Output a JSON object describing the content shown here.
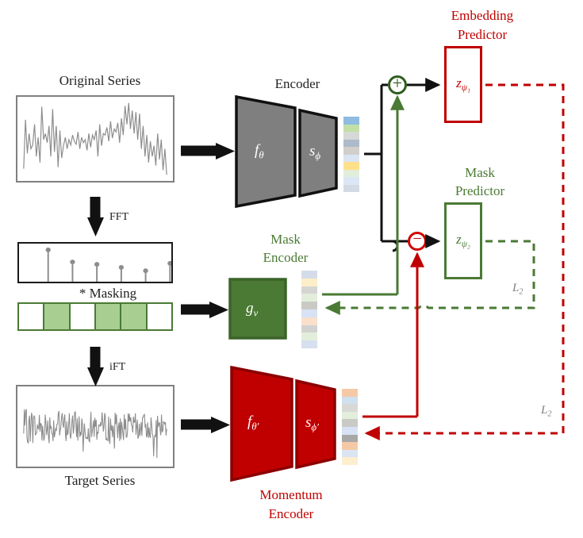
{
  "figure": {
    "type": "architecture-diagram",
    "title": "Masked frequency-domain self-supervised time series pretraining architecture"
  },
  "panels": {
    "original_series": {
      "label": "Original Series",
      "frame_color": "#808080",
      "trace_color": "#8c8c8c",
      "points": [
        14,
        78,
        34,
        60,
        40,
        45,
        72,
        30,
        55,
        22,
        95,
        52,
        60,
        48,
        70,
        30,
        92,
        36,
        70,
        16,
        64,
        28,
        44,
        55,
        40,
        52,
        45,
        58,
        50,
        46,
        62,
        40,
        55,
        48,
        52,
        38,
        60,
        42,
        58,
        52,
        64,
        30,
        72,
        44,
        60,
        58,
        68,
        50,
        76,
        54,
        66,
        62,
        74,
        48,
        80,
        58,
        96,
        72,
        100,
        66,
        90,
        60,
        88,
        52,
        86,
        40,
        70,
        30,
        58,
        22,
        50,
        30,
        44,
        18,
        60,
        26,
        52,
        12,
        40,
        6
      ]
    },
    "fft_panel": {
      "frame_color": "#1a1a1a",
      "stem_color": "#8c8c8c",
      "stems": [
        {
          "x": 13,
          "h": 88
        },
        {
          "x": 29,
          "h": 52
        },
        {
          "x": 45,
          "h": 45
        },
        {
          "x": 61,
          "h": 36
        },
        {
          "x": 77,
          "h": 26
        },
        {
          "x": 93,
          "h": 48
        }
      ]
    },
    "masking": {
      "annotation": "* Masking",
      "border_color": "#4A7A34",
      "fill_color": "#A9CE92",
      "cells": [
        false,
        true,
        false,
        true,
        true,
        false
      ]
    },
    "target_series": {
      "label": "Target Series",
      "frame_color": "#808080",
      "trace_color": "#8c8c8c",
      "seed": 7
    }
  },
  "arrows": {
    "fft_label": "FFT",
    "ift_label": "iFT",
    "color": "#111111"
  },
  "encoder": {
    "title": "Encoder",
    "title_color": "#111111",
    "fill": "#7F7F7F",
    "stroke": "#111111",
    "blocks": [
      {
        "name": "f",
        "sub": "θ",
        "prime": false
      },
      {
        "name": "s",
        "sub": "ϕ",
        "prime": false
      }
    ],
    "embedding_colors": [
      "#8FBCE0",
      "#C3DFA8",
      "#D7D9D7",
      "#ADBACB",
      "#D0CFCC",
      "#DAE4F2",
      "#FFE08A",
      "#E2EEDB",
      "#DCE7F5",
      "#D4DAE4"
    ]
  },
  "mask_encoder": {
    "title": "Mask Encoder",
    "title_color": "#4A7A34",
    "fill": "#4A7A34",
    "stroke": "#3C6329",
    "block": {
      "name": "g",
      "sub": "v"
    },
    "embedding_colors": [
      "#D4DCEA",
      "#FCEFC7",
      "#D5D5D3",
      "#E2EEDB",
      "#C9CAC6",
      "#D7E2F4",
      "#FADFCB",
      "#D2D2D0",
      "#E2EEDB",
      "#D6E0F0"
    ]
  },
  "momentum_encoder": {
    "title": "Momentum Encoder",
    "title_color": "#C00000",
    "fill": "#C00000",
    "stroke": "#8B0000",
    "blocks": [
      {
        "name": "f",
        "sub": "θ",
        "prime": true
      },
      {
        "name": "s",
        "sub": "ϕ",
        "prime": true
      }
    ],
    "embedding_colors": [
      "#F6C9A6",
      "#CFE0EF",
      "#D8D8D6",
      "#E2EEDB",
      "#C9CAC6",
      "#D7E2F4",
      "#A8A8A6",
      "#F6C9A6",
      "#D9E5F3",
      "#FDEECE"
    ]
  },
  "embedding_predictor": {
    "title_line1": "Embedding",
    "title_line2": "Predictor",
    "symbol": "z",
    "symbol_sub": "ψ₁",
    "color": "#C00000"
  },
  "mask_predictor": {
    "title_line1": "Mask",
    "title_line2": "Predictor",
    "symbol": "z",
    "symbol_sub": "ψ₂",
    "color": "#4A7A34"
  },
  "operators": {
    "plus": {
      "glyph": "⊕",
      "color": "#2F5C1E"
    },
    "minus": {
      "glyph": "⊖",
      "color": "#D00000"
    }
  },
  "losses": {
    "upper": {
      "label": "L",
      "sub": "2",
      "color": "#808080",
      "path_color": "#4A7A34"
    },
    "lower": {
      "label": "L",
      "sub": "2",
      "color": "#808080",
      "path_color": "#C00000"
    }
  }
}
